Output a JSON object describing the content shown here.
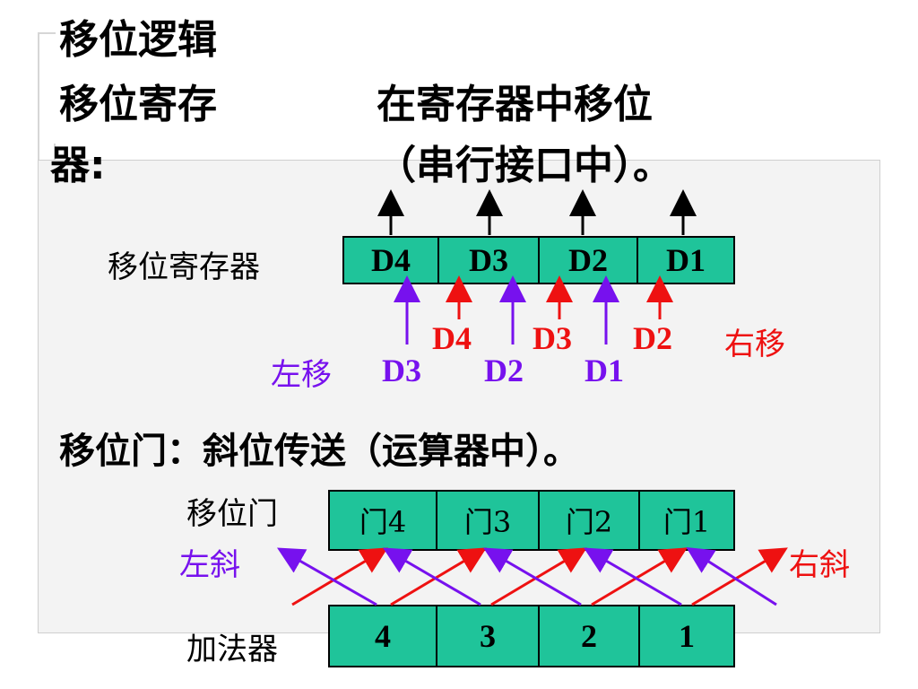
{
  "slide": {
    "title_line1": "移位逻辑",
    "title_line2": "移位寄存",
    "title_line3": "器:",
    "desc_line1": "在寄存器中移位",
    "desc_line2": "（串行接口中）。",
    "shift_register_label": "移位寄存器",
    "shift_register_cells": [
      "D4",
      "D3",
      "D2",
      "D1"
    ],
    "right_shift_inputs": [
      "D4",
      "D3",
      "D2"
    ],
    "right_shift_label": "右移",
    "left_shift_label": "左移",
    "left_shift_inputs": [
      "D3",
      "D2",
      "D1"
    ],
    "gate_heading": "移位门：斜位传送（运算器中）。",
    "gate_label": "移位门",
    "gate_cells": [
      "门4",
      "门3",
      "门2",
      "门1"
    ],
    "left_diag_label": "左斜",
    "right_diag_label": "右斜",
    "adder_label": "加法器",
    "adder_cells": [
      "4",
      "3",
      "2",
      "1"
    ],
    "colors": {
      "cell_fill": "#1fc49a",
      "red": "#ee1111",
      "purple": "#7711ee"
    }
  }
}
